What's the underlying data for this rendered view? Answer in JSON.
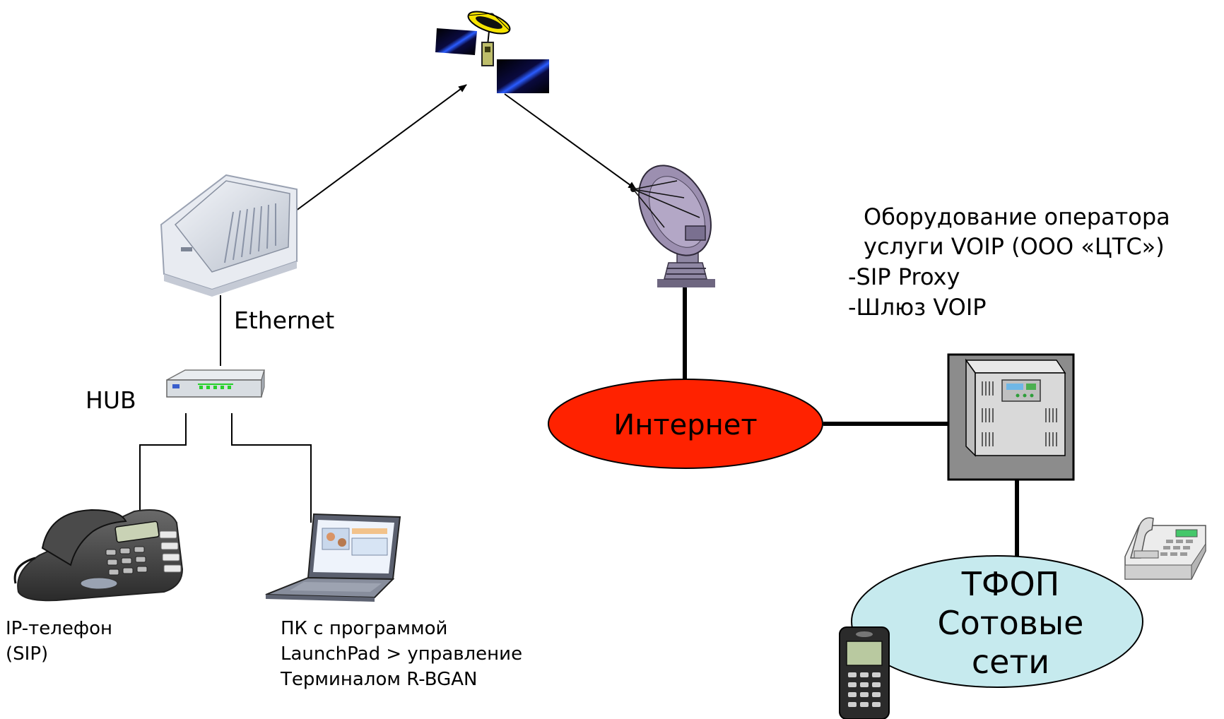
{
  "diagram": {
    "labels": {
      "ethernet": "Ethernet",
      "hub": "HUB",
      "internet": "Интернет",
      "ip_phone_line1": "IP-телефон",
      "ip_phone_line2": "(SIP)",
      "pc_line1": "ПК с программой",
      "pc_line2": "LaunchPad > управление",
      "pc_line3": "Терминалом R-BGAN",
      "operator_line1": "Оборудование оператора",
      "operator_line2": "услуги VOIP (ООО «ЦТС»)",
      "operator_line3": "-SIP Proxy",
      "operator_line4": "-Шлюз VOIP",
      "pstn_line1": "ТФОП",
      "pstn_line2": "Сотовые",
      "pstn_line3": "сети"
    },
    "icons": {
      "satellite": "satellite-icon",
      "terminal": "bgan-terminal-icon",
      "hub": "hub-icon",
      "dish": "satellite-dish-icon",
      "ip_phone": "ip-phone-icon",
      "laptop": "laptop-icon",
      "server": "server-cabinet-icon",
      "desk_phone": "desk-phone-icon",
      "mobile": "mobile-phone-icon"
    },
    "colors": {
      "internet_fill": "#ff2200",
      "pstn_fill": "#c6eaee",
      "server_fill": "#8c8c8c",
      "dish_fill": "#9c8fb0"
    }
  }
}
